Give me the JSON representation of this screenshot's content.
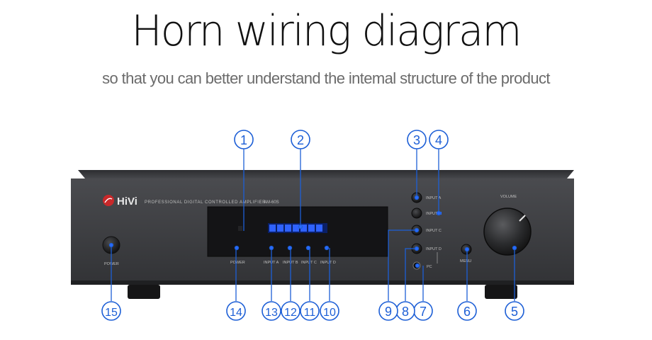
{
  "header": {
    "title": "Horn wiring diagram",
    "subtitle": "so that you can better understand the intemal structure of the product"
  },
  "device": {
    "brand": "HiVi",
    "model_line": "PROFESSIONAL DIGITAL CONTROLLED AMPLIFIER",
    "model": "AM-60S",
    "volume_label": "VOLUME",
    "power_label": "POWER",
    "menu_label": "MENU",
    "pc_label": "PC",
    "display_labels": [
      "POWER",
      "INPUT A",
      "INPUT B",
      "INPUT C",
      "INPUT D"
    ],
    "input_labels": [
      "INPUT A",
      "INPUT B",
      "INPUT C",
      "INPUT D"
    ]
  },
  "callouts": [
    "1",
    "2",
    "3",
    "4",
    "5",
    "6",
    "7",
    "8",
    "9",
    "10",
    "11",
    "12",
    "13",
    "14",
    "15"
  ],
  "colors": {
    "callout": "#1d5fd6",
    "chassis": "#3a3b3e",
    "indicator": "#2a6bff",
    "logo": "#c8282a"
  }
}
